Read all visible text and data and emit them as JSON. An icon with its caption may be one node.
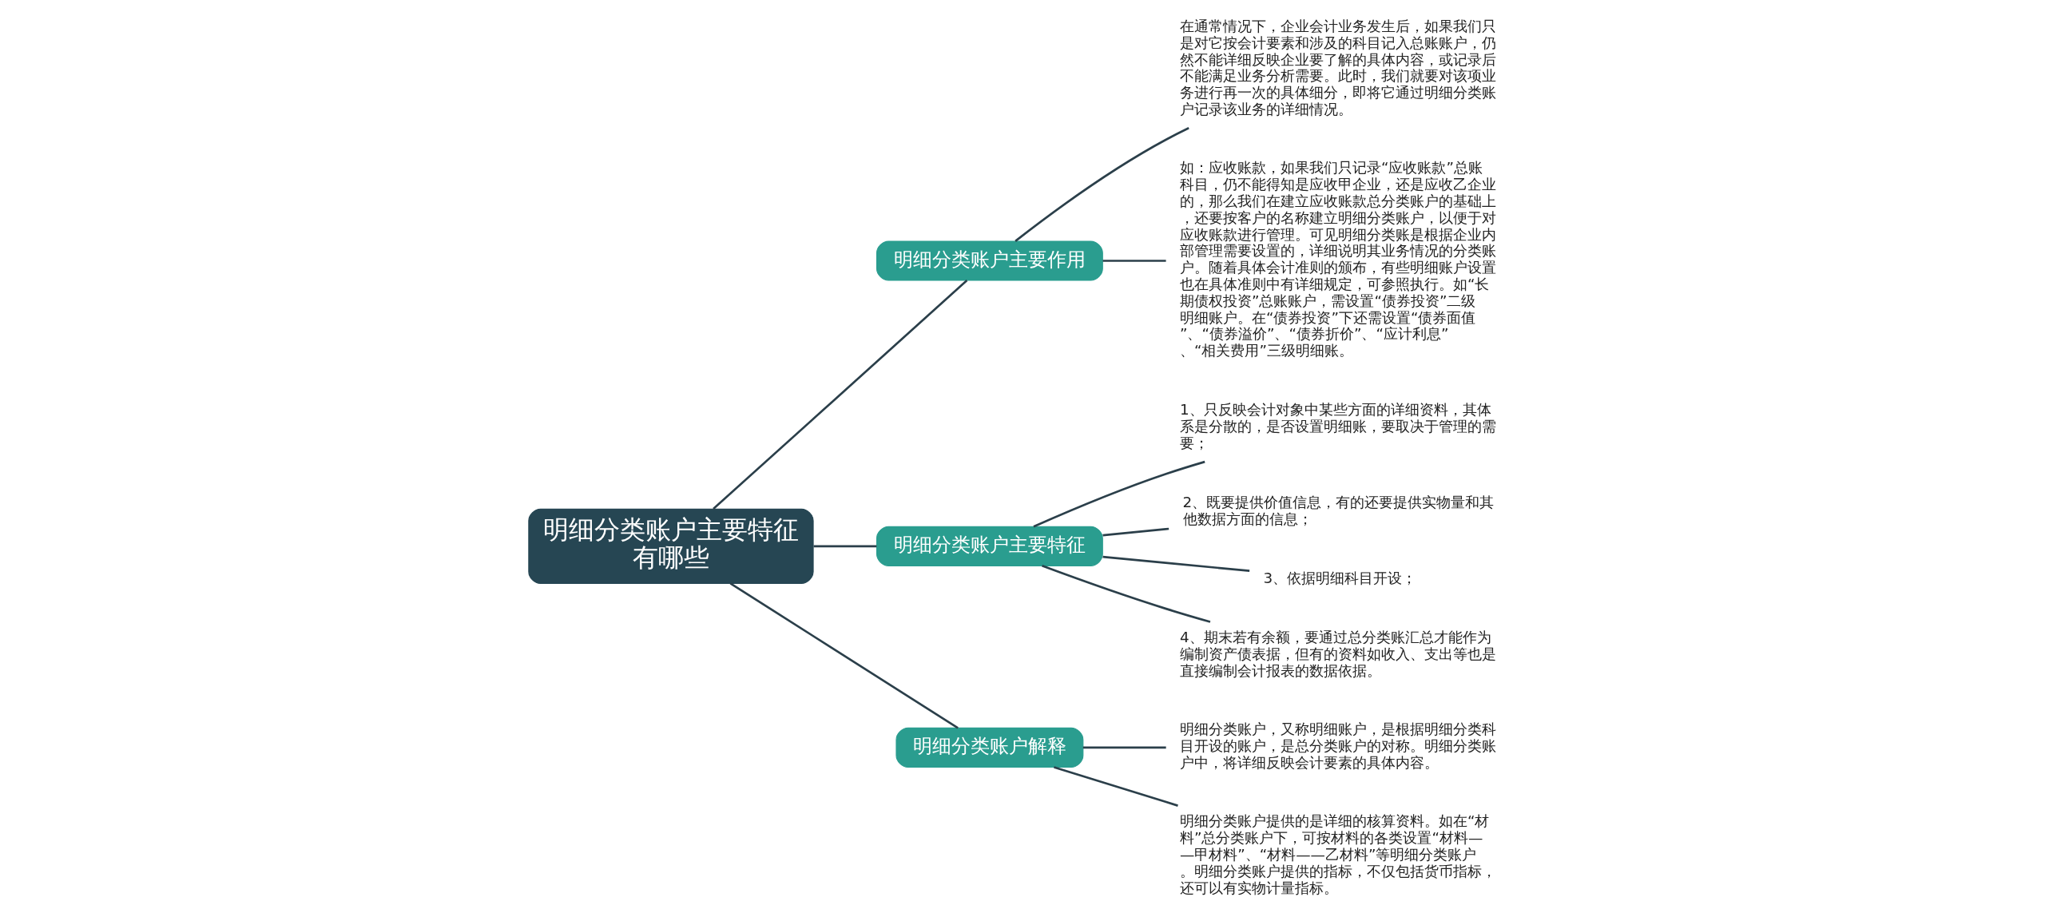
{
  "diagram": {
    "nodes": [
      {
        "text": [
          "明细分类账户主要特征有哪些"
        ]
      },
      {
        "text": [
          "明细分类账户主要作用"
        ]
      },
      {
        "text": [
          "在通常情况下，企业会计业务发生后，如果我们只是对它按会计要素和涉及的科目记入总账账户，仍然不能详细反映企业要了解的具体内容，或记录后不能满足业务分析需要。此时，我们就要对该项业务进行再一次的具体细分，即将它通过明细分类账户记录该业务的详细情况。"
        ]
      },
      {
        "text": [
          "如：应收账款，如果我们只记录“应收账款”总账科目，仍不能得知是应收甲企业，还是应收乙企业的，那么我们在建立应收账款总分类账户的基础上，还要按客户的名称建立明细分类账户，以便于对应收账款进行管理。可见明细分类账是根据企业内部管理需要设置的，详细说明其业务情况的分类账户。随着具体会计准则的颁布，有些明细账户设置也在具体准则中有详细规定，可参照执行。如“长期债权投资”总账账户，需设置“债券投资”二级明细账户。在“债券投资”下还需设置“债券面值”、“债券溢价”、“债券折价”、“应计利息”、“相关费用”三级明细账。"
        ]
      },
      {
        "text": [
          "明细分类账户主要特征"
        ]
      },
      {
        "text": [
          "1、只反映会计对象中某些方面的详细资料，其体系是分散的，是否设置明细账，要取决于管理的需要；"
        ]
      },
      {
        "text": [
          "2、既要提供价值信息，有的还要提供实物量和其他数据方面的信息；"
        ]
      },
      {
        "text": [
          "3、依据明细科目开设；"
        ]
      },
      {
        "text": [
          "4、期末若有余额，要通过总分类账汇总才能作为编制资产债表据，但有的资料如收入、支出等也是直接编制会计报表的数据依据。"
        ]
      },
      {
        "text": [
          "明细分类账户解释"
        ]
      },
      {
        "text": [
          "明细分类账户，又称明细账户，是根据明细分类科目开设的账户，是总分类账户的对称。明细分类账户中，将详细反映会计要素的具体内容。"
        ]
      },
      {
        "text": [
          "明细分类账户提供的是详细的核算资料。如在“材料”总分类账户下，可按材料的各类设置“材料——甲材料”、“材料——乙材料”等明细分类账户。明细分类账户提供的指标，不仅包括货币指标，还可以有实物计量指标。"
        ]
      }
    ],
    "edges": [
      {
        "from": 0,
        "to": 1,
        "arrow": "none"
      },
      {
        "from": 1,
        "to": 2,
        "arrow": "none"
      },
      {
        "from": 1,
        "to": 3,
        "arrow": "none"
      },
      {
        "from": 0,
        "to": 4,
        "arrow": "none"
      },
      {
        "from": 4,
        "to": 5,
        "arrow": "none"
      },
      {
        "from": 4,
        "to": 6,
        "arrow": "none"
      },
      {
        "from": 4,
        "to": 7,
        "arrow": "none"
      },
      {
        "from": 4,
        "to": 8,
        "arrow": "none"
      },
      {
        "from": 0,
        "to": 9,
        "arrow": "none"
      },
      {
        "from": 9,
        "to": 10,
        "arrow": "none"
      },
      {
        "from": 9,
        "to": 11,
        "arrow": "none"
      }
    ]
  }
}
